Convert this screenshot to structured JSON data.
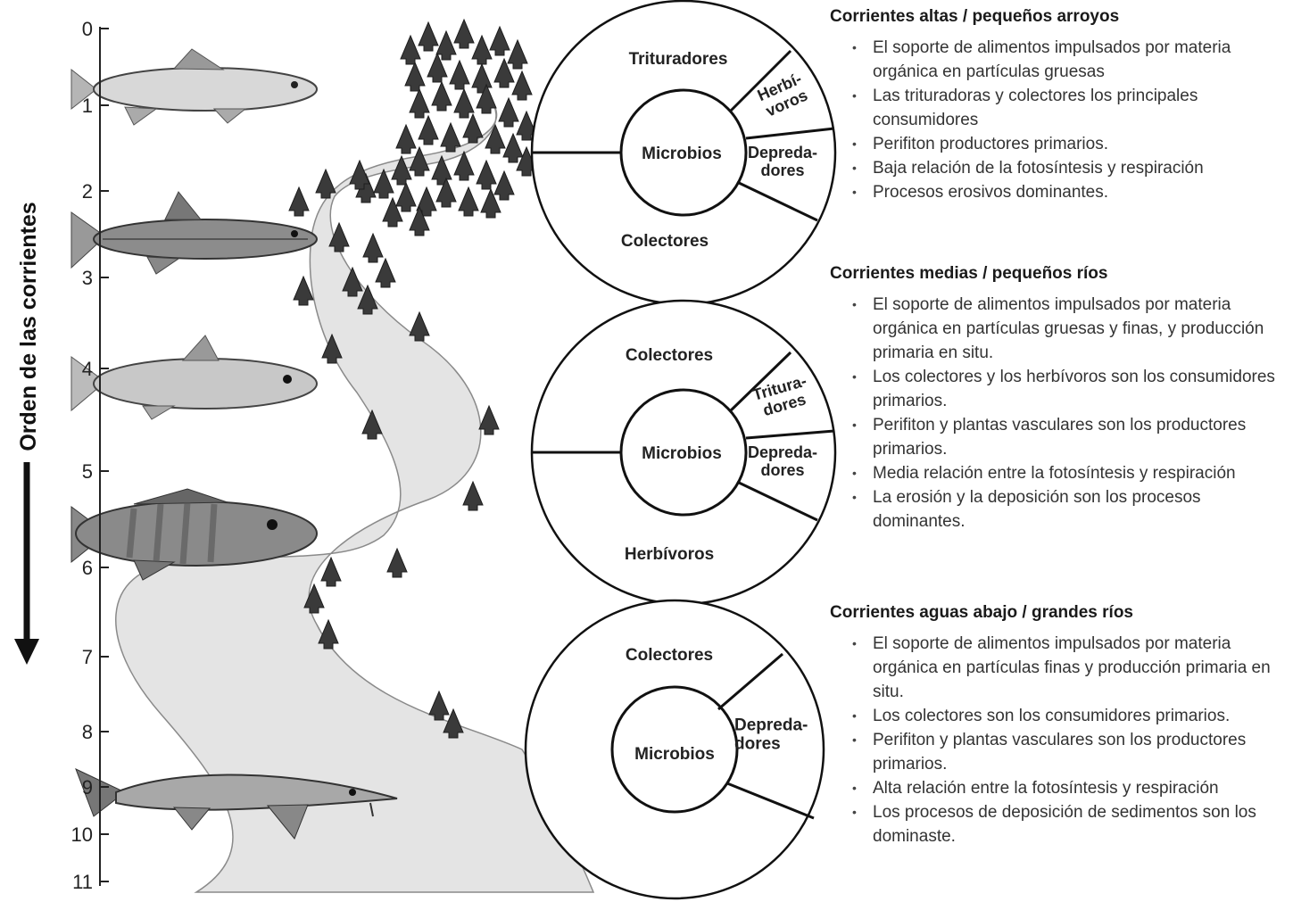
{
  "axis": {
    "label": "Orden de las corrientes",
    "ticks": [
      "0",
      "1",
      "2",
      "3",
      "4",
      "5",
      "6",
      "7",
      "8",
      "9",
      "10",
      "11"
    ]
  },
  "circles": [
    {
      "trophic_labels": [
        {
          "text": "Trituradores"
        },
        {
          "text": "Herbí-\nvoros"
        },
        {
          "text": "Depreda-\ndores"
        },
        {
          "text": "Colectores"
        }
      ],
      "center": "Microbios"
    },
    {
      "trophic_labels": [
        {
          "text": "Colectores"
        },
        {
          "text": "Tritura-\ndores"
        },
        {
          "text": "Depreda-\ndores"
        },
        {
          "text": "Herbívoros"
        }
      ],
      "center": "Microbios"
    },
    {
      "trophic_labels": [
        {
          "text": "Colectores"
        },
        {
          "text": "Depreda-\ndores"
        }
      ],
      "center": "Microbios"
    }
  ],
  "sections": [
    {
      "title": "Corrientes altas / pequeños arroyos",
      "items": [
        "El soporte de alimentos impulsados por materia orgánica en partículas gruesas",
        "Las trituradoras y colectores los principales consumidores",
        "Perifiton productores primarios.",
        "Baja relación de la fotosíntesis y respiración",
        "Procesos erosivos dominantes."
      ]
    },
    {
      "title": "Corrientes medias / pequeños ríos",
      "items": [
        "El soporte de alimentos impulsados por materia orgánica en partículas gruesas y finas, y producción primaria en situ.",
        "Los colectores y los herbívoros son los consumidores primarios.",
        "Perifiton y plantas vasculares son los productores primarios.",
        "Media relación entre  la fotosíntesis y respiración",
        "La erosión y la deposición son los procesos dominantes."
      ]
    },
    {
      "title": "Corrientes aguas abajo / grandes ríos",
      "items": [
        "El soporte de alimentos impulsados por materia orgánica en partículas finas y producción primaria en situ.",
        "Los colectores son los consumidores primarios.",
        "Perifiton y plantas vasculares son los productores primarios.",
        "Alta relación entre la fotosíntesis y respiración",
        "Los procesos de deposición de sedimentos son los dominaste."
      ]
    }
  ]
}
